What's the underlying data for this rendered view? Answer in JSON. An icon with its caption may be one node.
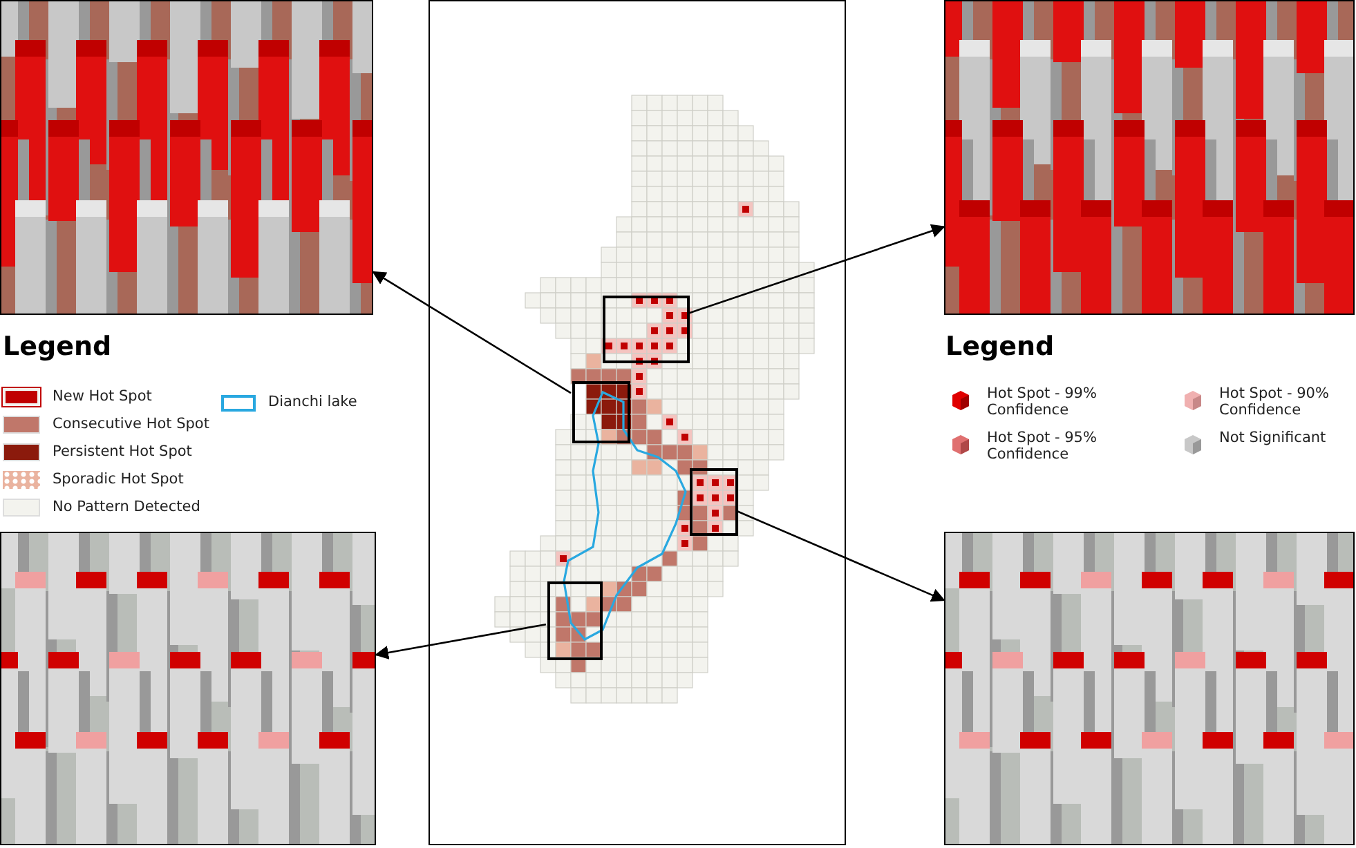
{
  "diagram": {
    "nodes": [
      {
        "text": [],
        "shape": "picture"
      },
      {
        "text": [],
        "shape": "picture"
      },
      {
        "text": [],
        "shape": "picture"
      },
      {
        "text": [],
        "shape": "picture"
      },
      {
        "text": [],
        "shape": "picture"
      },
      {
        "text": [],
        "shape": "box",
        "in": 4
      },
      {
        "text": [],
        "shape": "box",
        "in": 4
      },
      {
        "text": [],
        "shape": "box",
        "in": 4
      },
      {
        "text": [],
        "shape": "box",
        "in": 4
      }
    ],
    "edges": [
      {
        "from": 6,
        "to": 0,
        "arrow": "to"
      },
      {
        "from": 5,
        "to": 1,
        "arrow": "to"
      },
      {
        "from": 8,
        "to": 2,
        "arrow": "to"
      },
      {
        "from": 7,
        "to": 3,
        "arrow": "to"
      }
    ],
    "labels": [
      "Legend",
      "Legend"
    ],
    "legend": [
      {
        "text": "New Hot Spot",
        "color": "#c00000"
      },
      {
        "text": "Consecutive Hot Spot",
        "color": "#c0776a"
      },
      {
        "text": "Persistent Hot Spot",
        "color": "#8b1a0c"
      },
      {
        "text": "Sporadic Hot Spot"
      },
      {
        "text": "No Pattern Detected",
        "color": "#f3f3ee"
      },
      {
        "text": "Dianchi lake"
      },
      {
        "text": "Hot Spot - 99% Confidence"
      },
      {
        "text": "Hot Spot - 95% Confidence"
      },
      {
        "text": "Hot Spot - 90% Confidence"
      },
      {
        "text": "Not Significant"
      }
    ]
  }
}
